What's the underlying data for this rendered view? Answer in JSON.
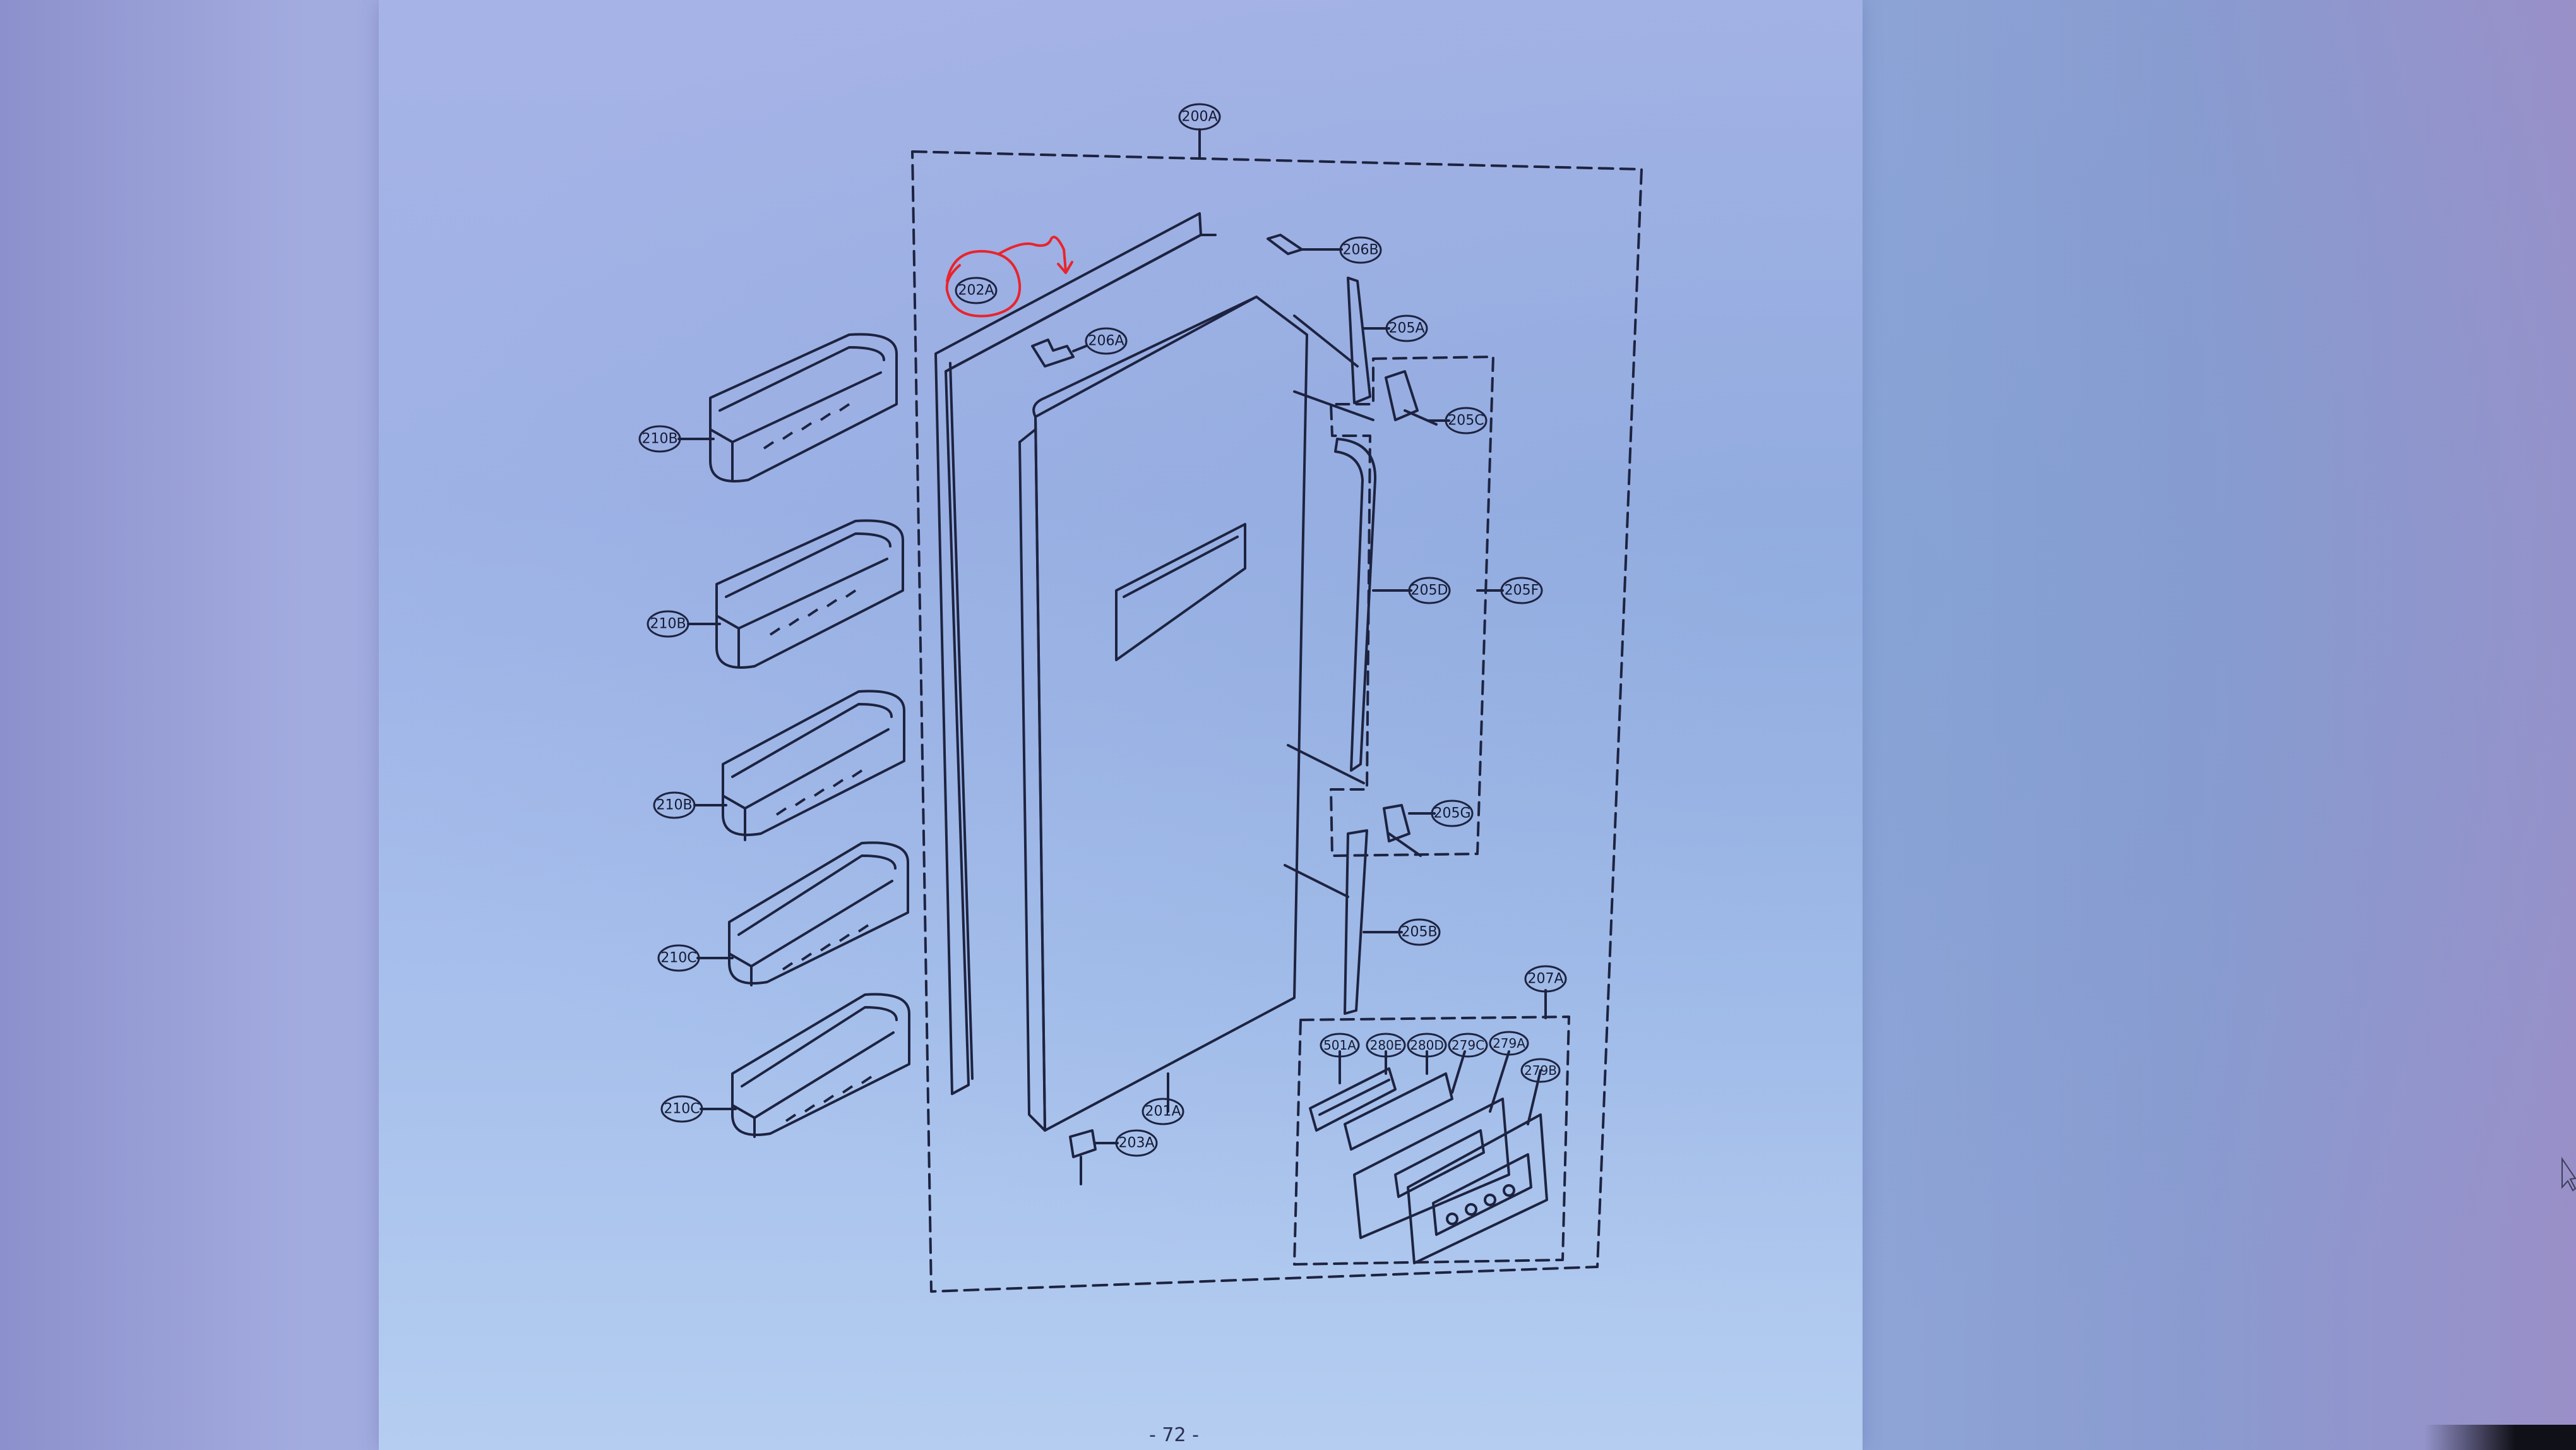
{
  "page": {
    "number": "- 72 -"
  },
  "colors": {
    "line": "#1d2340",
    "annotation": "#e8242c",
    "sheet": "#a6b6e8"
  },
  "callouts": {
    "door_assembly": "200A",
    "gasket": "202A",
    "gasket_bracket": "206A",
    "top_cap": "206B",
    "handle_cap_top": "205A",
    "handle_clip_top": "205C",
    "handle": "205D",
    "handle_assembly": "205F",
    "handle_clip_bottom": "205G",
    "handle_cap_bottom": "205B",
    "door_panel": "201A",
    "hinge": "203A",
    "display_assembly": "207A",
    "pcb": "501A",
    "cover_a": "280E",
    "cover_b": "280D",
    "frame_c": "279C",
    "frame_a": "279A",
    "frame_b": "279B",
    "bin_1": "210B",
    "bin_2": "210B",
    "bin_3": "210B",
    "bin_4": "210C",
    "bin_5": "210C"
  }
}
